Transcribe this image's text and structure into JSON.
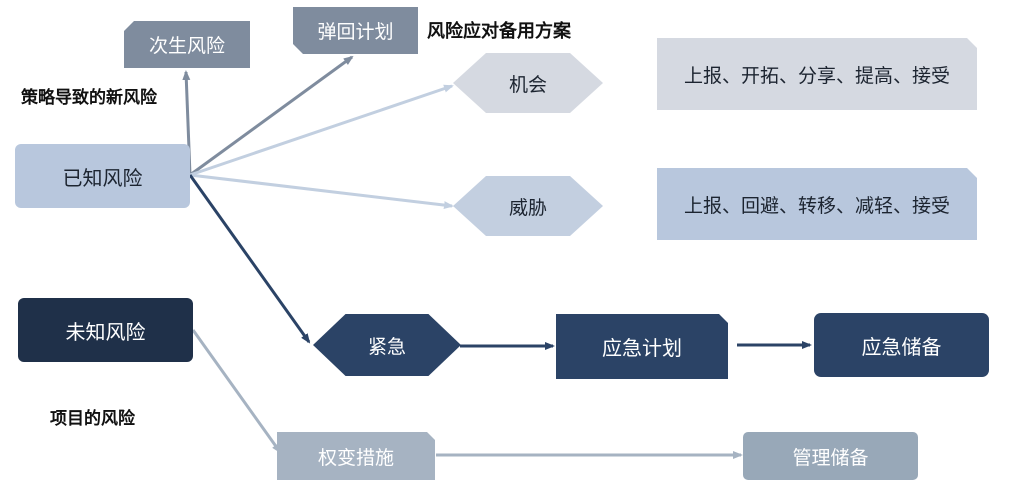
{
  "nodes": {
    "secondary_risk": "次生风险",
    "fallback_plan": "弹回计划",
    "known_risk": "已知风险",
    "unknown_risk": "未知风险",
    "opportunity": "机会",
    "threat": "威胁",
    "urgent": "紧急",
    "contingency_plan": "应急计划",
    "contingency_reserve": "应急储备",
    "workaround": "权变措施",
    "management_reserve": "管理储备",
    "opportunity_strategies": "上报、开拓、分享、提高、接受",
    "threat_strategies": "上报、回避、转移、减轻、接受"
  },
  "labels": {
    "fallback_caption": "风险应对备用方案",
    "secondary_caption": "策略导致的新风险",
    "unknown_caption": "项目的风险"
  },
  "colors": {
    "dark_navy": "#1f3049",
    "navy": "#2b4366",
    "slate": "#7f8c9e",
    "light_blue": "#b8c7dd",
    "pale_gray": "#d5d9e1",
    "steel_gray": "#a6b3c2"
  }
}
